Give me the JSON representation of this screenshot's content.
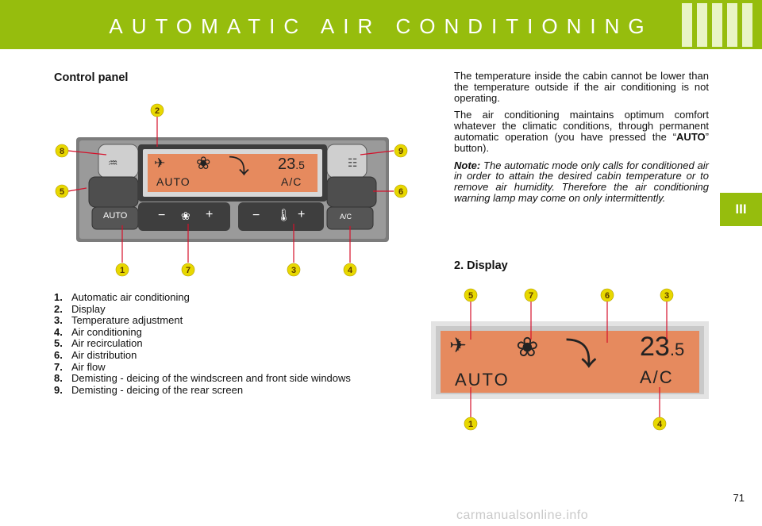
{
  "header": {
    "title": "AUTOMATIC AIR CONDITIONING"
  },
  "chapter_tab": "III",
  "control_panel": {
    "title": "Control panel",
    "display_auto": "AUTO",
    "display_ac": "A/C",
    "display_temp": "23",
    "display_temp_decimal": "5",
    "button_auto": "AUTO",
    "button_ac": "A/C"
  },
  "display_section": {
    "title": "2.  Display",
    "display_auto": "AUTO",
    "display_ac": "A/C",
    "display_temp": "23",
    "display_temp_decimal": "5"
  },
  "legend": [
    {
      "num": "1.",
      "text": "Automatic air conditioning"
    },
    {
      "num": "2.",
      "text": "Display"
    },
    {
      "num": "3.",
      "text": "Temperature adjustment"
    },
    {
      "num": "4.",
      "text": "Air conditioning"
    },
    {
      "num": "5.",
      "text": "Air recirculation"
    },
    {
      "num": "6.",
      "text": "Air distribution"
    },
    {
      "num": "7.",
      "text": "Air flow"
    },
    {
      "num": "8.",
      "text": "Demisting - deicing of the windscreen and front side windows"
    },
    {
      "num": "9.",
      "text": "Demisting - deicing of the rear screen"
    }
  ],
  "body_text": {
    "p1": "The temperature inside the cabin cannot be lower than the temperature outside if the air conditioning is not operating.",
    "p2_before": "The air conditioning maintains optimum comfort whatever the climatic conditions, through permanent automatic operation (you have pressed the “",
    "p2_bold": "AUTO",
    "p2_after": "” button).",
    "note_label": "Note:",
    "note_text": " The automatic mode only calls for conditioned air in order to attain the desired cabin temperature or to remove air humidity. Therefore the air conditioning warning lamp may come on only intermittently."
  },
  "callouts_panel": [
    "1",
    "2",
    "3",
    "4",
    "5",
    "6",
    "7",
    "8",
    "9"
  ],
  "callouts_display": [
    "1",
    "3",
    "4",
    "5",
    "6",
    "7"
  ],
  "page_number": "71",
  "watermark": "carmanualsonline.info"
}
